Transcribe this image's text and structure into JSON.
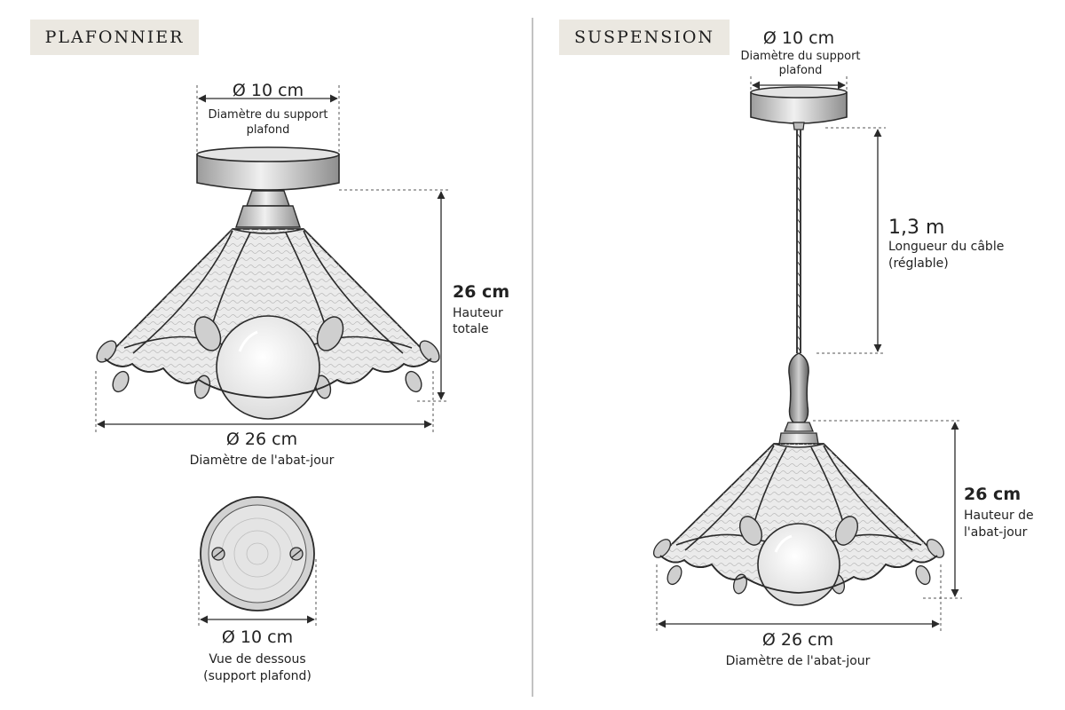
{
  "sections": {
    "plafonnier": {
      "label": "PLAFONNIER",
      "support": {
        "value": "Ø 10 cm",
        "caption_line1": "Diamètre du support",
        "caption_line2": "plafond"
      },
      "height": {
        "value": "26 cm",
        "caption_line1": "Hauteur",
        "caption_line2": "totale"
      },
      "shade": {
        "value": "Ø 26 cm",
        "caption": "Diamètre de l'abat-jour"
      },
      "bottom_view": {
        "value": "Ø 10 cm",
        "caption_line1": "Vue de dessous",
        "caption_line2": "(support plafond)"
      }
    },
    "suspension": {
      "label": "SUSPENSION",
      "support": {
        "value": "Ø 10 cm",
        "caption_line1": "Diamètre du support",
        "caption_line2": "plafond"
      },
      "cable": {
        "value": "1,3 m",
        "caption_line1": "Longueur du câble",
        "caption_line2": "(réglable)"
      },
      "height": {
        "value": "26 cm",
        "caption_line1": "Hauteur de",
        "caption_line2": "l'abat-jour"
      },
      "shade": {
        "value": "Ø 26 cm",
        "caption": "Diamètre de l'abat-jour"
      }
    }
  },
  "icons": [
    "ceiling-canopy-icon",
    "tiffany-shade-icon",
    "bulb-icon",
    "twisted-cable-icon",
    "wood-spindle-icon",
    "screw-icon"
  ],
  "colors": {
    "ink": "#2a2a2a",
    "glass": "#e9e9e9",
    "metal": "#c9c9c9",
    "badge": "#ebe8e1",
    "divider": "#9a9a9a"
  }
}
